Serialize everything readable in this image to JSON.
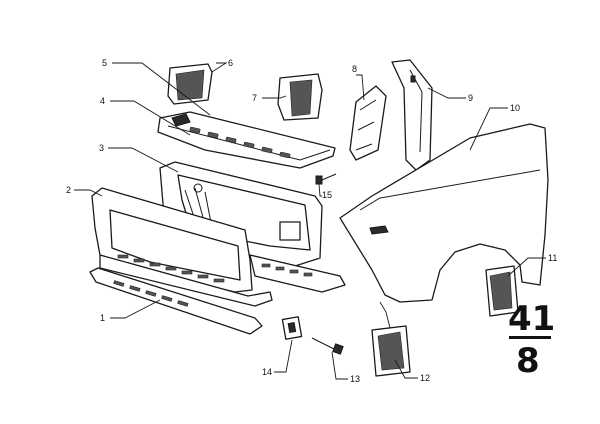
{
  "callouts": {
    "c1": "1",
    "c2": "2",
    "c3": "3",
    "c4": "4",
    "c5": "5",
    "c6": "6",
    "c7": "7",
    "c8": "8",
    "c9": "9",
    "c10": "10",
    "c11": "11",
    "c12": "12",
    "c13": "13",
    "c14": "14",
    "c15": "15"
  },
  "page_number": {
    "top": "41",
    "bottom": "8"
  }
}
